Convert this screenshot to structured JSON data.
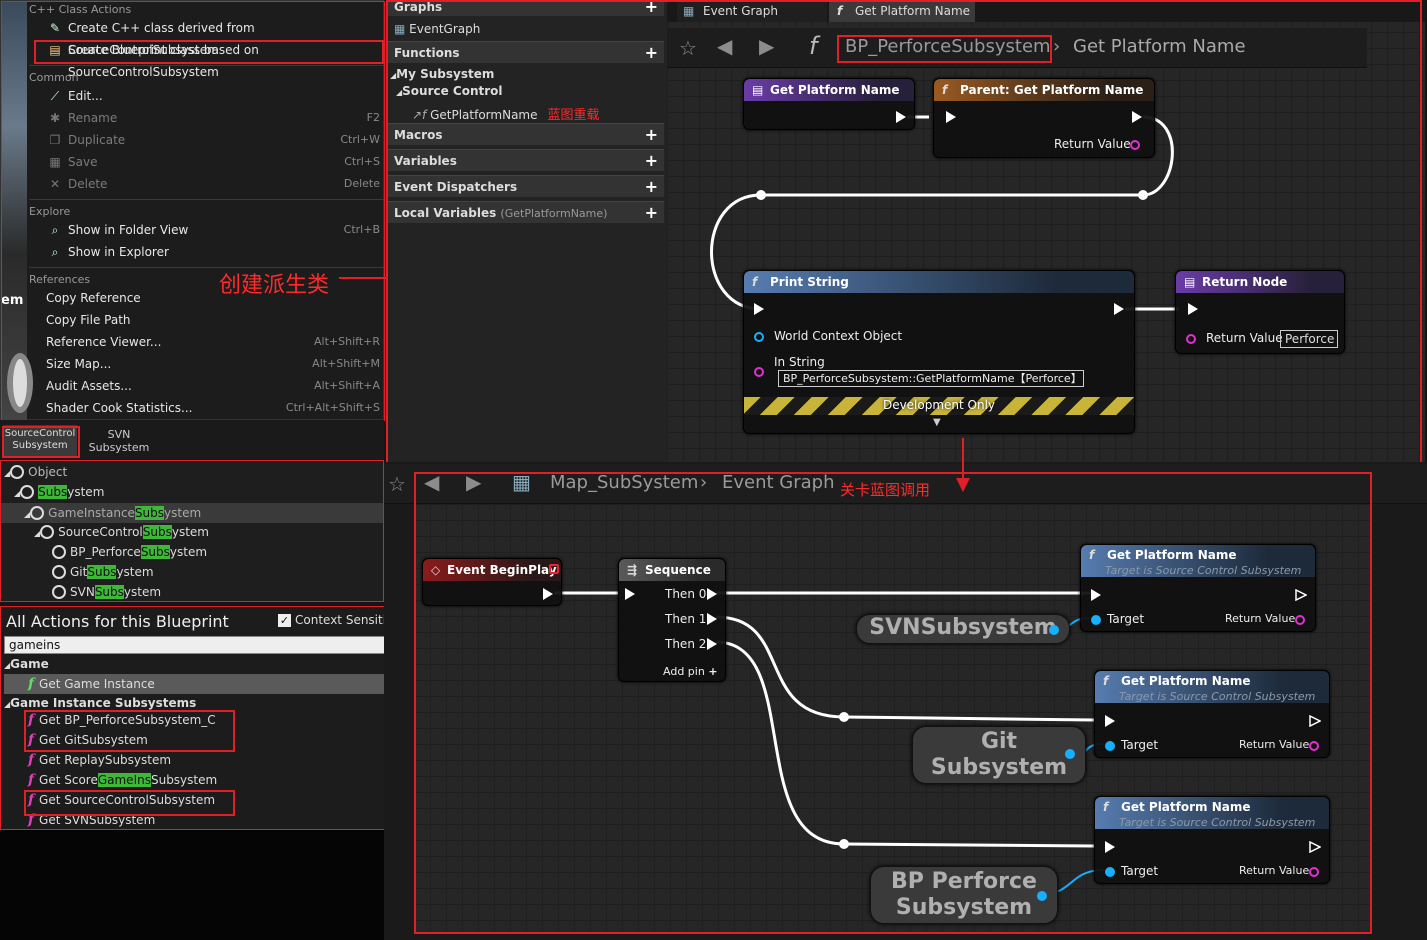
{
  "context_menu": {
    "sections": {
      "cpp": "C++ Class Actions",
      "common": "Common",
      "explore": "Explore",
      "references": "References"
    },
    "cpp_items": [
      {
        "label": "Create C++ class derived from SourceControlSubsystem"
      },
      {
        "label": "Create Blueprint class based on SourceControlSubsystem"
      }
    ],
    "common_items": [
      {
        "label": "Edit...",
        "shortcut": ""
      },
      {
        "label": "Rename",
        "shortcut": "F2"
      },
      {
        "label": "Duplicate",
        "shortcut": "Ctrl+W"
      },
      {
        "label": "Save",
        "shortcut": "Ctrl+S"
      },
      {
        "label": "Delete",
        "shortcut": "Delete"
      }
    ],
    "explore_items": [
      {
        "label": "Show in Folder View",
        "shortcut": "Ctrl+B"
      },
      {
        "label": "Show in Explorer",
        "shortcut": ""
      }
    ],
    "reference_items": [
      {
        "label": "Copy Reference",
        "shortcut": ""
      },
      {
        "label": "Copy File Path",
        "shortcut": ""
      },
      {
        "label": "Reference Viewer...",
        "shortcut": "Alt+Shift+R"
      },
      {
        "label": "Size Map...",
        "shortcut": "Alt+Shift+M"
      },
      {
        "label": "Audit Assets...",
        "shortcut": "Alt+Shift+A"
      },
      {
        "label": "Shader Cook Statistics...",
        "shortcut": "Ctrl+Alt+Shift+S"
      }
    ],
    "annotation": "创建派生类",
    "left_fragment": "em"
  },
  "asset_thumbs": {
    "sourcecontrol": "SourceControl\nSubsystem",
    "svn": "SVN\nSubsystem"
  },
  "class_tree": [
    {
      "pre": "Object",
      "hl": "",
      "post": ""
    },
    {
      "pre": "",
      "hl": "Subs",
      "post": "ystem"
    },
    {
      "pre": "GameInstance",
      "hl": "Subs",
      "post": "ystem"
    },
    {
      "pre": "SourceControl",
      "hl": "Subs",
      "post": "ystem"
    },
    {
      "pre": "BP_Perforce",
      "hl": "Subs",
      "post": "ystem"
    },
    {
      "pre": "Git",
      "hl": "Subs",
      "post": "ystem"
    },
    {
      "pre": "SVN",
      "hl": "Subs",
      "post": "ystem"
    }
  ],
  "actions": {
    "title": "All Actions for this Blueprint",
    "context_label": "Context Sensitive",
    "search_value": "gameins",
    "cat_game": "Game",
    "game_item": "Get Game Instance",
    "cat_subsystems": "Game Instance Subsystems",
    "items": [
      {
        "pre": "Get BP_PerforceSubsystem_C",
        "hl": "",
        "post": ""
      },
      {
        "pre": "Get GitSubsystem",
        "hl": "",
        "post": ""
      },
      {
        "pre": "Get ReplaySubsystem",
        "hl": "",
        "post": ""
      },
      {
        "pre": "Get Score",
        "hl": "GameIns",
        "post": "Subsystem"
      },
      {
        "pre": "Get SourceControlSubsystem",
        "hl": "",
        "post": ""
      },
      {
        "pre": "Get SVNSubsystem",
        "hl": "",
        "post": ""
      }
    ]
  },
  "my_blueprint": {
    "graphs_cat": "Graphs",
    "event_graph": "EventGraph",
    "functions_cat": "Functions",
    "my_subsystem": "My Subsystem",
    "source_control": "Source Control",
    "func_item": "GetPlatformName",
    "func_note": "蓝图重载",
    "macros": "Macros",
    "variables": "Variables",
    "dispatchers": "Event Dispatchers",
    "local_vars": "Local Variables",
    "local_vars_ctx": "(GetPlatformName)"
  },
  "func_graph": {
    "tabs": [
      "Event Graph",
      "Get Platform Name"
    ],
    "crumb_bp": "BP_PerforceSubsystem",
    "crumb_fn": "Get Platform Name",
    "entry_title": "Get Platform Name",
    "parent_title": "Parent: Get Platform Name",
    "parent_return": "Return Value",
    "print_title": "Print String",
    "world_ctx": "World Context Object",
    "in_string": "In String",
    "in_string_value": "BP_PerforceSubsystem::GetPlatformName【Perforce】",
    "dev_only": "Development Only",
    "return_title": "Return Node",
    "return_label": "Return Value",
    "return_value": "Perforce"
  },
  "level_graph": {
    "crumb_map": "Map_SubSystem",
    "crumb_graph": "Event Graph",
    "note": "关卡蓝图调用",
    "begin_play": "Event BeginPlay",
    "sequence": "Sequence",
    "then": [
      "Then 0",
      "Then 1",
      "Then 2"
    ],
    "add_pin": "Add pin",
    "gpn_title": "Get Platform Name",
    "gpn_sub": "Target is Source Control Subsystem",
    "target": "Target",
    "return_value": "Return Value",
    "vars": [
      "SVNSubsystem",
      "Git\nSubsystem",
      "BP Perforce\nSubsystem"
    ]
  }
}
